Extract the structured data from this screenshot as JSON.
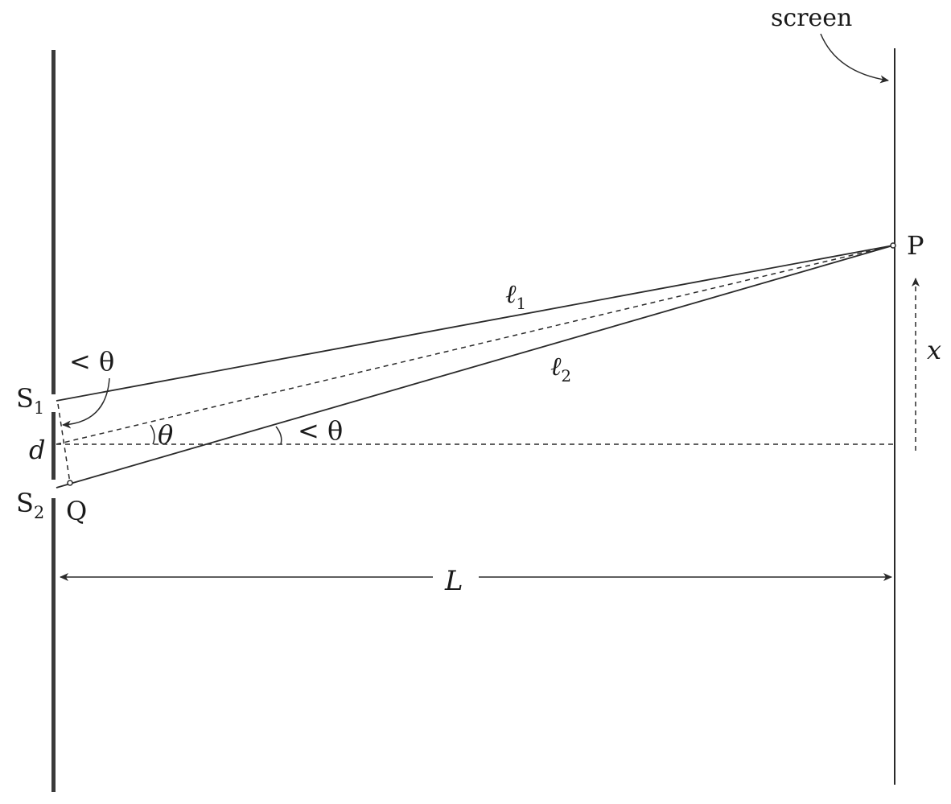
{
  "labels": {
    "screen": "screen",
    "point_p": "P",
    "point_q": "Q",
    "slit_1": "S",
    "slit_1_sub": "1",
    "slit_2": "S",
    "slit_2_sub": "2",
    "separation": "d",
    "distance": "L",
    "position": "x",
    "path_1": "ℓ",
    "path_1_sub": "1",
    "path_2": "ℓ",
    "path_2_sub": "2",
    "angle_center": "θ",
    "angle_lower": "< θ",
    "angle_top": "< θ"
  }
}
